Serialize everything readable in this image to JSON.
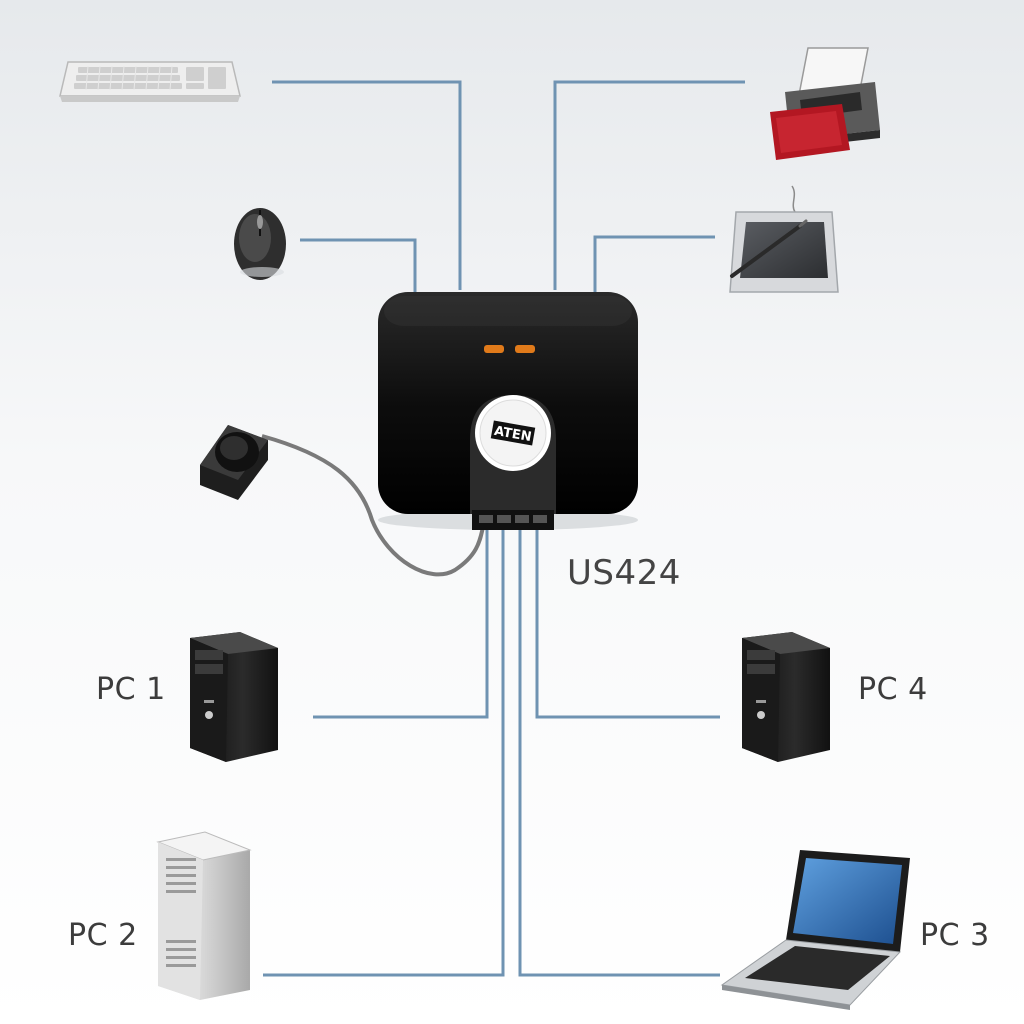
{
  "model_label": "US424",
  "device_logo_text": "ATEN",
  "pc_labels": {
    "pc1": "PC 1",
    "pc2": "PC 2",
    "pc3": "PC 3",
    "pc4": "PC 4"
  },
  "colors": {
    "cable": "#6f93b2",
    "device_body": "#111111",
    "led": "#e07a1a"
  },
  "icons": [
    "keyboard-icon",
    "mouse-icon",
    "printer-icon",
    "drawing-tablet-icon",
    "remote-port-selector-icon",
    "desktop-tower-icon",
    "workstation-tower-icon",
    "laptop-icon"
  ]
}
